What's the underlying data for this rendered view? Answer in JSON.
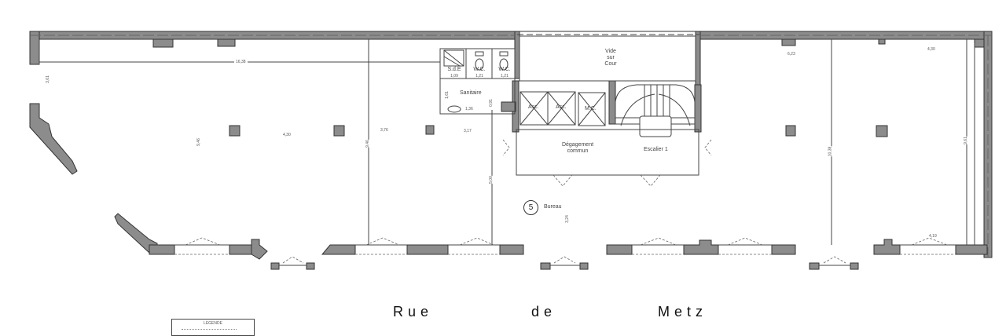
{
  "plan": {
    "street": {
      "words": [
        "Rue",
        "de",
        "Metz"
      ]
    },
    "legend": {
      "title": "LEGENDE"
    },
    "rooms": {
      "void": [
        "Vide",
        "sur",
        "Cour"
      ],
      "sde": {
        "label": "S.d.E",
        "area": "1,09"
      },
      "wc1": {
        "label": "W.C.",
        "area": "1,21"
      },
      "wc2": {
        "label": "W.C.",
        "area": "1,21"
      },
      "sanitaire": {
        "label": "Sanitaire",
        "dim": "1,36"
      },
      "asc1": "Asc.",
      "asc2": "Asc.",
      "mc": "M.C.",
      "degagement": [
        "Dégagement",
        "commun"
      ],
      "escalier": "Escalier 1",
      "bureau": {
        "number": "5",
        "label": "Bureau"
      }
    },
    "dimensions": {
      "top_length": "16,38",
      "left_height": "3,61",
      "left_depth": "9,46",
      "span1": "4,30",
      "span2": "3,76",
      "span3": "3,17",
      "mid_vertical": "9,46",
      "core_vertical": "5,00",
      "bureau_vertical": "3,24",
      "right_span1": "6,23",
      "right_span2": "4,30",
      "right_vertical1": "10,38",
      "right_vertical2": "9,61",
      "window_right": "4,19",
      "sanitaire_v": "1,61",
      "core_small": "0,91"
    },
    "colors": {
      "wall_fill": "#8c8c8c",
      "wall_stroke": "#333333",
      "line": "#444444",
      "background": "#ffffff"
    }
  }
}
